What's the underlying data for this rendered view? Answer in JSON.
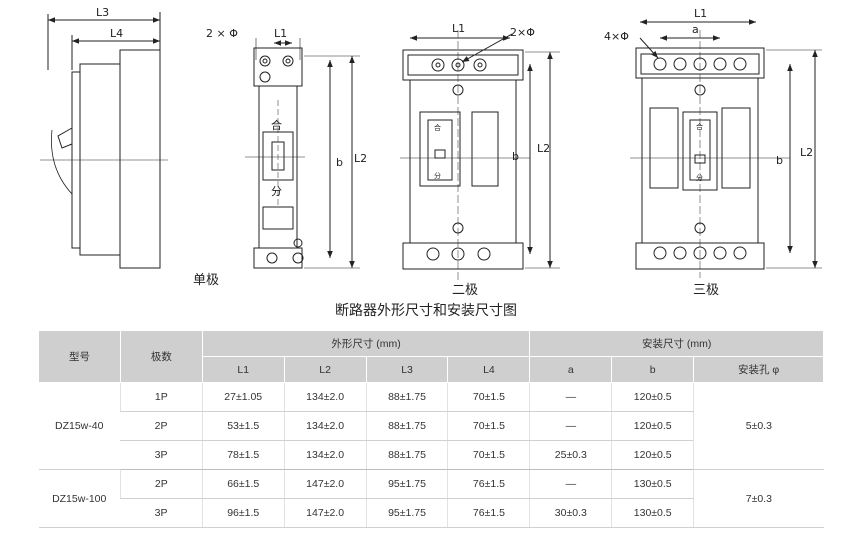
{
  "figure": {
    "dim_labels": {
      "L1": "L1",
      "L2": "L2",
      "L3": "L3",
      "L4": "L4",
      "a": "a",
      "b": "b",
      "hole_2": "2 × Φ",
      "hole_2b": "2×Φ",
      "hole_4": "4×Φ",
      "on": "合",
      "off": "分"
    },
    "captions": {
      "single": "单极",
      "double": "二极",
      "triple": "三极"
    },
    "title": "断路器外形尺寸和安装尺寸图"
  },
  "table": {
    "head": {
      "model": "型号",
      "poles": "极数",
      "outline": "外形尺寸 (mm)",
      "install": "安装尺寸 (mm)",
      "L1": "L1",
      "L2": "L2",
      "L3": "L3",
      "L4": "L4",
      "a": "a",
      "b": "b",
      "hole": "安装孔 φ"
    },
    "groups": [
      {
        "model": "DZ15w-40",
        "hole": "5±0.3",
        "rows": [
          {
            "poles": "1P",
            "L1": "27±1.05",
            "L2": "134±2.0",
            "L3": "88±1.75",
            "L4": "70±1.5",
            "a": "—",
            "b": "120±0.5"
          },
          {
            "poles": "2P",
            "L1": "53±1.5",
            "L2": "134±2.0",
            "L3": "88±1.75",
            "L4": "70±1.5",
            "a": "—",
            "b": "120±0.5"
          },
          {
            "poles": "3P",
            "L1": "78±1.5",
            "L2": "134±2.0",
            "L3": "88±1.75",
            "L4": "70±1.5",
            "a": "25±0.3",
            "b": "120±0.5"
          }
        ]
      },
      {
        "model": "DZ15w-100",
        "hole": "7±0.3",
        "rows": [
          {
            "poles": "2P",
            "L1": "66±1.5",
            "L2": "147±2.0",
            "L3": "95±1.75",
            "L4": "76±1.5",
            "a": "—",
            "b": "130±0.5"
          },
          {
            "poles": "3P",
            "L1": "96±1.5",
            "L2": "147±2.0",
            "L3": "95±1.75",
            "L4": "76±1.5",
            "a": "30±0.3",
            "b": "130±0.5"
          }
        ]
      }
    ]
  }
}
